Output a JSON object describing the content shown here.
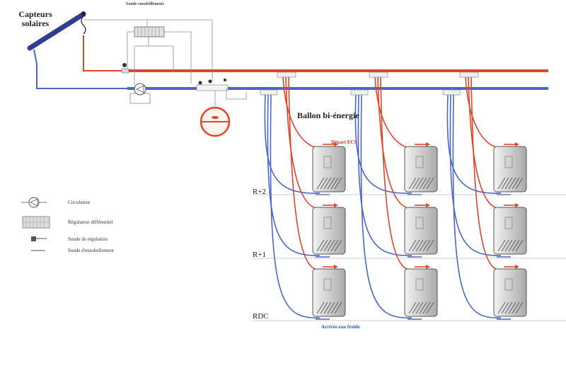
{
  "labels": {
    "solar_collectors": "Capteurs solaires",
    "sonde_top": "Sonde ensoleillement",
    "ballon": "Ballon bi-énergie",
    "depart": "Départ ECS",
    "arrivee": "Arrivée eau froide"
  },
  "floors": [
    "R+2",
    "R+1",
    "RDC"
  ],
  "legend": [
    {
      "icon": "circulator-icon",
      "label": "Circulateur"
    },
    {
      "icon": "differential-regulator-icon",
      "label": "Régulateur différentiel"
    },
    {
      "icon": "regulation-probe-icon",
      "label": "Sonde de régulation"
    },
    {
      "icon": "sunshine-probe-icon",
      "label": "Sonde d'ensoleillement"
    }
  ],
  "colors": {
    "hot_pipe": "#e0452a",
    "cold_pipe": "#4a67c8",
    "collector": "#2e3f8e",
    "tank_body": "#d3d3d3",
    "depart_text": "#d23a1e",
    "arrivee_text": "#2a56c6"
  }
}
